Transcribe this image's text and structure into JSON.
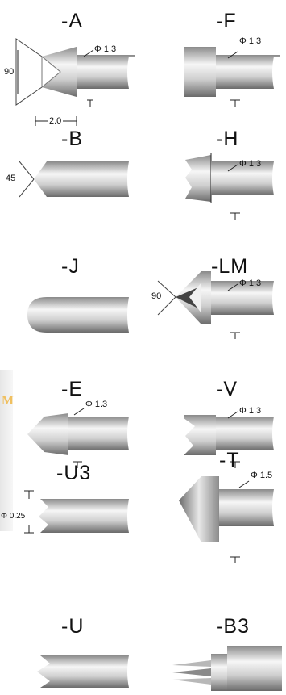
{
  "tips": [
    {
      "code": "-A",
      "dims": {
        "diameter": "Φ 1.3",
        "angle": "90",
        "length": "2.0"
      }
    },
    {
      "code": "-F",
      "dims": {
        "diameter": "Φ 1.3"
      }
    },
    {
      "code": "-B",
      "dims": {
        "angle": "45"
      }
    },
    {
      "code": "-H",
      "dims": {
        "diameter": "Φ 1.3"
      }
    },
    {
      "code": "-J",
      "dims": {}
    },
    {
      "code": "-LM",
      "dims": {
        "diameter": "Φ 1.3",
        "angle": "90"
      }
    },
    {
      "code": "-E",
      "dims": {
        "diameter": "Φ 1.3"
      }
    },
    {
      "code": "-V",
      "dims": {
        "diameter": "Φ 1.3"
      }
    },
    {
      "code": "-U3",
      "dims": {
        "diameter": "Φ 0.25"
      }
    },
    {
      "code": "-T",
      "dims": {
        "diameter": "Φ 1.5"
      }
    },
    {
      "code": "-U",
      "dims": {}
    },
    {
      "code": "-B3",
      "dims": {}
    }
  ],
  "side_mark": "M",
  "colors": {
    "metal_dark": "#6e6e6e",
    "metal_light": "#f4f4f4",
    "line": "#222222",
    "side_mark": "#f0c060"
  }
}
